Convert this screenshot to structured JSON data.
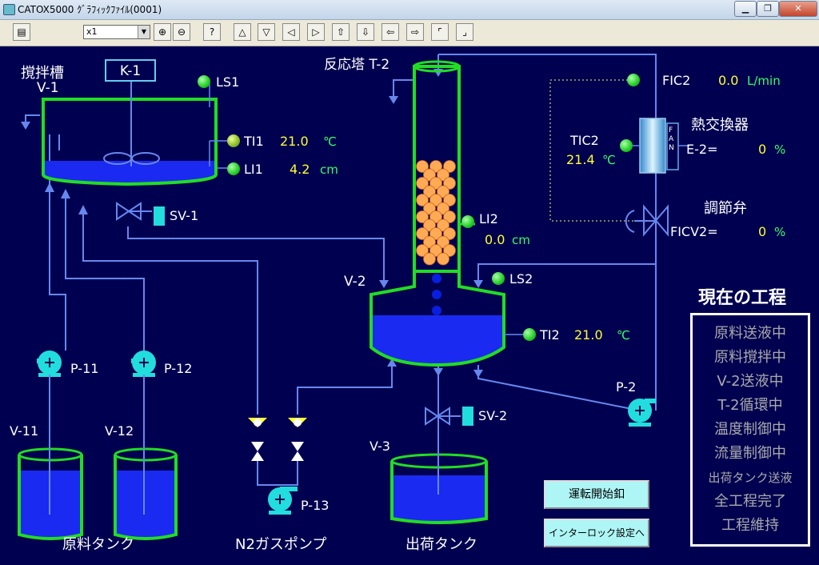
{
  "window": {
    "title": "CATOX5000 ｸﾞﾗﾌｨｯｸﾌｧｲﾙ(0001)"
  },
  "toolbar": {
    "zoom_value": "x1",
    "help_glyph": "?"
  },
  "plant": {
    "stirrer_tank": {
      "name": "撹拌槽",
      "id": "V-1",
      "motor": "K-1",
      "ls": "LS1",
      "ti": "TI1",
      "ti_value": "21.0",
      "ti_unit": "℃",
      "li": "LI1",
      "li_value": "4.2",
      "li_unit": "cm",
      "valve": "SV-1"
    },
    "reactor": {
      "name": "反応塔 T-2",
      "li": "LI2",
      "li_value": "0.0",
      "li_unit": "cm",
      "lower_vessel": "V-2",
      "ls": "LS2",
      "ti": "TI2",
      "ti_value": "21.0",
      "ti_unit": "℃"
    },
    "flow": {
      "fic": "FIC2",
      "fic_value": "0.0",
      "fic_unit": "L/min"
    },
    "heat_exchanger": {
      "name": "熱交換器",
      "tic": "TIC2",
      "tic_value": "21.4",
      "tic_unit": "℃",
      "fan_label": "FAN",
      "output_label": "E-2=",
      "output_value": "0",
      "output_unit": "%"
    },
    "control_valve": {
      "name": "調節弁",
      "label": "FICV2=",
      "value": "0",
      "unit": "%"
    },
    "pumps": {
      "p11": "P-11",
      "p12": "P-12",
      "p13": "P-13",
      "p2": "P-2"
    },
    "tanks": {
      "v11": "V-11",
      "v12": "V-12",
      "v3": "V-3"
    },
    "captions": {
      "raw": "原料タンク",
      "n2": "N2ガスポンプ",
      "ship": "出荷タンク"
    },
    "valve_sv2": "SV-2"
  },
  "buttons": {
    "start": "運転開始釦",
    "interlock": "インターロック設定へ"
  },
  "process_steps": {
    "title": "現在の工程",
    "items": [
      "原料送液中",
      "原料撹拌中",
      "V-2送液中",
      "T-2循環中",
      "温度制御中",
      "流量制御中",
      "出荷タンク送液",
      "全工程完了",
      "工程維持"
    ]
  },
  "colors": {
    "background": "#000050",
    "vessel_outline": "#22dd22",
    "liquid": "#1a2af0",
    "pipe": "#6688ee",
    "value": "#ffff33",
    "unit": "#33ff66",
    "indicator": "#22cc22"
  }
}
